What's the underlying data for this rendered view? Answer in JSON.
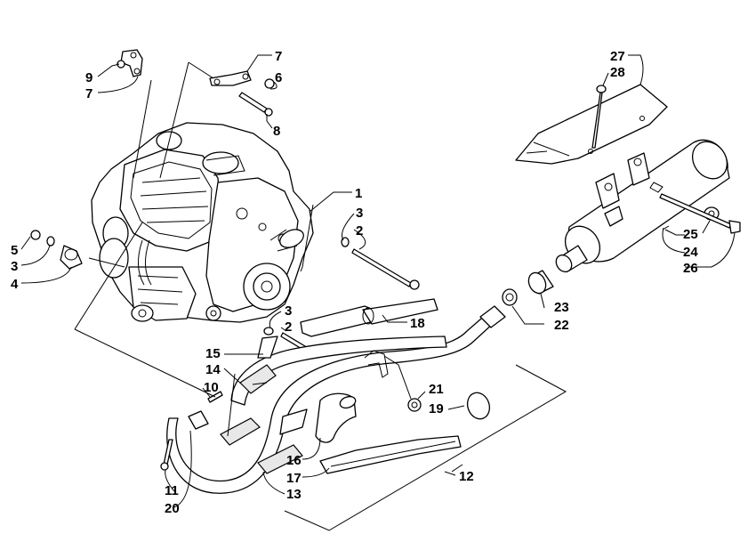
{
  "diagram": {
    "callouts": [
      {
        "id": "c1",
        "text": "1"
      },
      {
        "id": "c2a",
        "text": "2"
      },
      {
        "id": "c2b",
        "text": "2"
      },
      {
        "id": "c3a",
        "text": "3"
      },
      {
        "id": "c3b",
        "text": "3"
      },
      {
        "id": "c3c",
        "text": "3"
      },
      {
        "id": "c4",
        "text": "4"
      },
      {
        "id": "c5",
        "text": "5"
      },
      {
        "id": "c6",
        "text": "6"
      },
      {
        "id": "c7a",
        "text": "7"
      },
      {
        "id": "c7b",
        "text": "7"
      },
      {
        "id": "c8",
        "text": "8"
      },
      {
        "id": "c9",
        "text": "9"
      },
      {
        "id": "c10",
        "text": "10"
      },
      {
        "id": "c11",
        "text": "11"
      },
      {
        "id": "c12",
        "text": "12"
      },
      {
        "id": "c13",
        "text": "13"
      },
      {
        "id": "c14",
        "text": "14"
      },
      {
        "id": "c15",
        "text": "15"
      },
      {
        "id": "c16",
        "text": "16"
      },
      {
        "id": "c17",
        "text": "17"
      },
      {
        "id": "c18",
        "text": "18"
      },
      {
        "id": "c19",
        "text": "19"
      },
      {
        "id": "c20",
        "text": "20"
      },
      {
        "id": "c21",
        "text": "21"
      },
      {
        "id": "c22",
        "text": "22"
      },
      {
        "id": "c23",
        "text": "23"
      },
      {
        "id": "c24",
        "text": "24"
      },
      {
        "id": "c25",
        "text": "25"
      },
      {
        "id": "c26",
        "text": "26"
      },
      {
        "id": "c27",
        "text": "27"
      },
      {
        "id": "c28",
        "text": "28"
      }
    ]
  }
}
